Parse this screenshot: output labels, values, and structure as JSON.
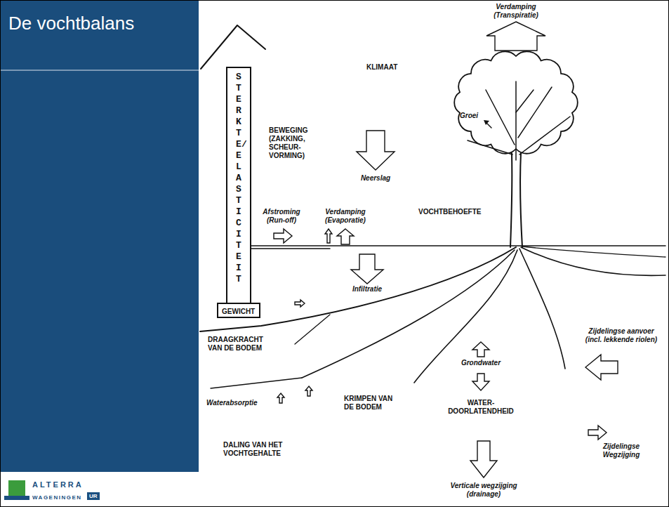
{
  "diagram": {
    "title": "De vochtbalans",
    "nodes": [
      {
        "text": [
          "STERKTE/ELASTICITEIT"
        ]
      },
      {
        "text": [
          "Groei"
        ]
      },
      {
        "text": [
          "GEWICHT"
        ]
      }
    ],
    "labels": [
      "Verdamping (Transpiratie)",
      "KLIMAAT",
      "BEWEGING (ZAKKING, SCHEUR- VORMING)",
      "Neerslag",
      "Afstroming (Run-off)",
      "Verdamping (Evaporatie)",
      "VOCHTBEHOEFTE",
      "Infiltratie",
      "DRAAGKRACHT VAN DE BODEM",
      "Zijdelingse aanvoer (incl. lekkende riolen)",
      "Grondwater",
      "Waterabsorptie",
      "KRIMPEN VAN DE BODEM",
      "WATER- DOORLATENDHEID",
      "Zijdelingse Wegzijging",
      "DALING VAN HET VOCHTGEHALTE",
      "Verticale wegzijging (drainage)",
      "ALTERRA",
      "WAGENINGEN",
      "UR"
    ]
  }
}
